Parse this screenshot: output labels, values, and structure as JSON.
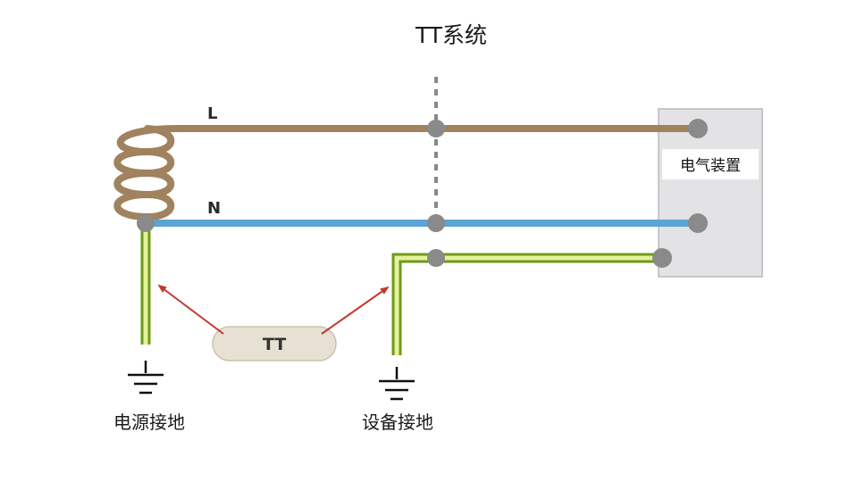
{
  "title": "TT系统",
  "wires": {
    "line_label": "L",
    "neutral_label": "N"
  },
  "device": {
    "label": "电气装置"
  },
  "badge": {
    "label": "TT"
  },
  "grounds": {
    "source_label": "电源接地",
    "equipment_label": "设备接地"
  },
  "colors": {
    "line_wire": "#a0825f",
    "neutral_wire": "#5aa5d6",
    "pe_wire_outer": "#6f9a1c",
    "pe_wire_inner": "#e3f39a",
    "terminal": "#8a8a8a",
    "device_fill": "#e3e3e5",
    "arrow": "#c0392b",
    "badge_fill": "#e6e1d2",
    "separator": "#888888"
  }
}
